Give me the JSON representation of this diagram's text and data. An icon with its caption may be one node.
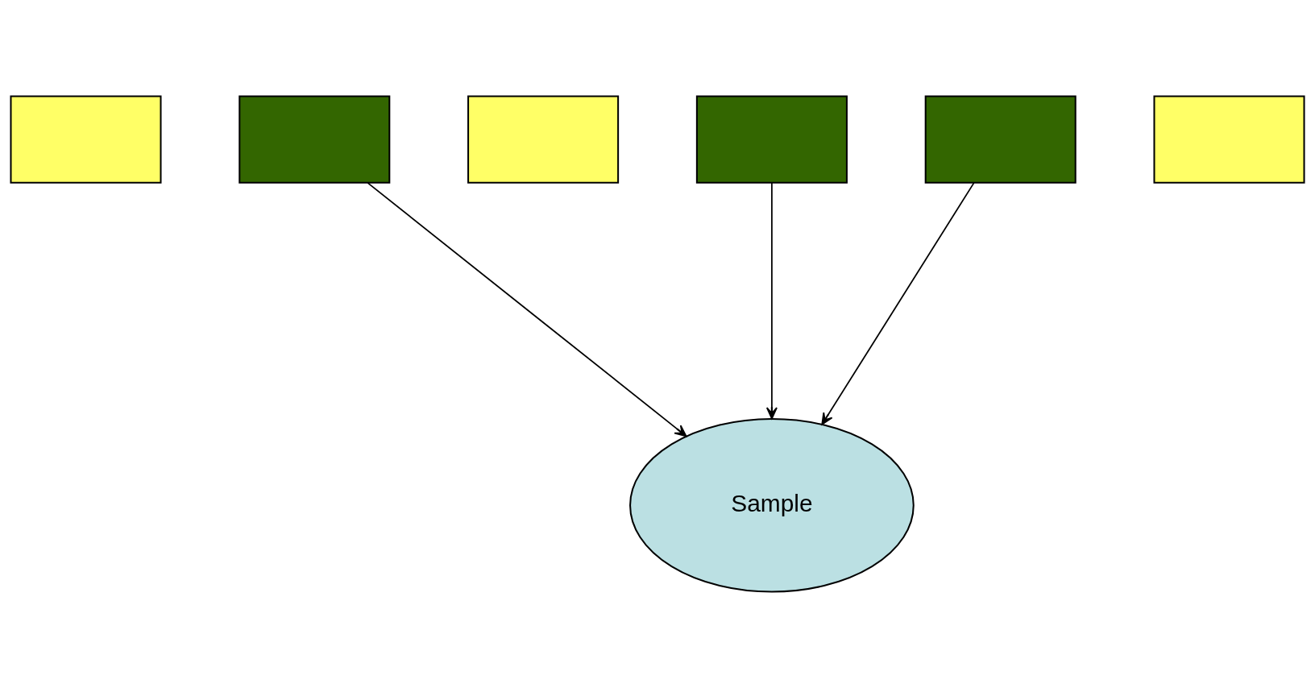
{
  "diagram": {
    "nodes": [
      {
        "text": [],
        "shape": "box"
      },
      {
        "text": [],
        "shape": "box"
      },
      {
        "text": [],
        "shape": "box"
      },
      {
        "text": [],
        "shape": "box"
      },
      {
        "text": [],
        "shape": "box"
      },
      {
        "text": [],
        "shape": "box"
      },
      {
        "text": [
          "Sample"
        ]
      }
    ],
    "edges": [
      {
        "from": 1,
        "to": 6,
        "arrow": "to"
      },
      {
        "from": 3,
        "to": 6,
        "arrow": "to"
      },
      {
        "from": 4,
        "to": 6,
        "arrow": "to"
      }
    ]
  }
}
